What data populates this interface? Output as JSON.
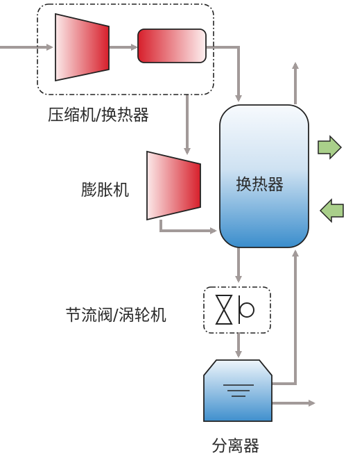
{
  "labels": {
    "compressor_hx": "压缩机/换热器",
    "expander": "膨胀机",
    "heat_exchanger": "换热器",
    "throttle_turbine": "节流阀/涡轮机",
    "separator": "分离器"
  },
  "colors": {
    "pipe": "#a29a99",
    "dashed_outline": "#222222",
    "red_dark": "#d9202c",
    "red_light": "#fce4e4",
    "blue_light": "#f2f7fc",
    "blue_dark": "#3b8fcf",
    "green_arrow": "#a9cf8a",
    "text": "#2a2a2a"
  },
  "icons": [
    "compressor-icon",
    "heat-exchanger-icon",
    "expander-icon",
    "valve-icon",
    "turbine-icon",
    "separator-icon",
    "heat-out-arrow-icon",
    "heat-in-arrow-icon"
  ]
}
